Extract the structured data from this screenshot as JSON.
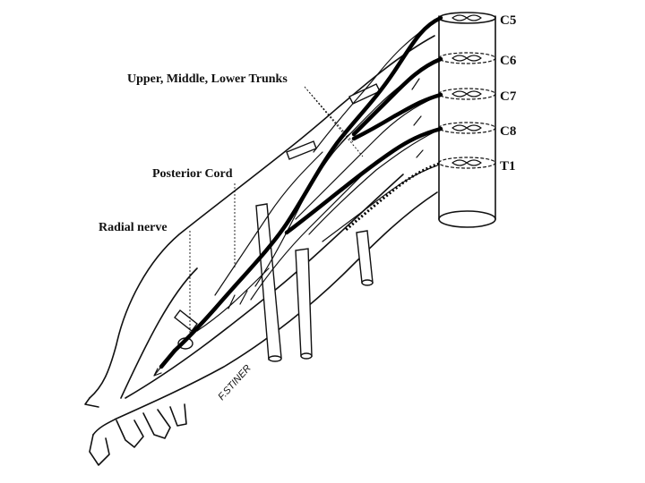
{
  "spinal_levels": [
    "C5",
    "C6",
    "C7",
    "C8",
    "T1"
  ],
  "labels": {
    "trunks": "Upper, Middle, Lower Trunks",
    "posterior_cord": "Posterior Cord",
    "radial_nerve": "Radial nerve"
  },
  "signature": "F.STINER",
  "colors": {
    "ink": "#111111",
    "background": "#ffffff"
  }
}
